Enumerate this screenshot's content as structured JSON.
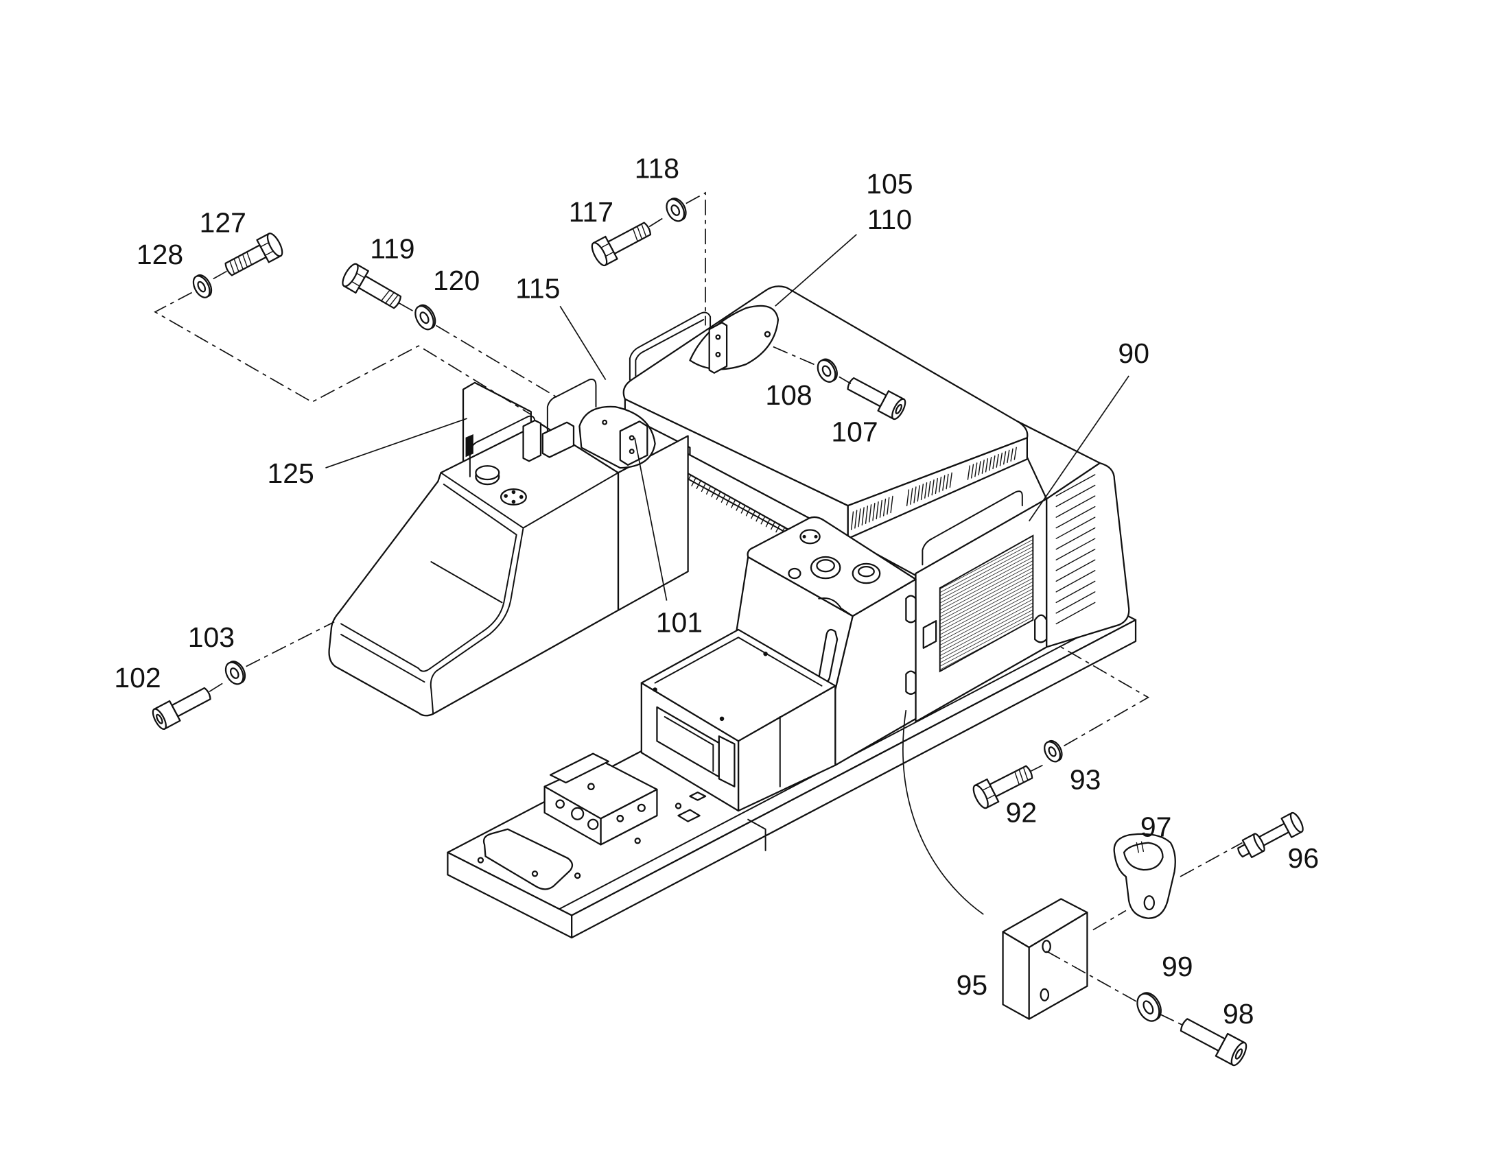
{
  "callouts": {
    "p118": "118",
    "p117": "117",
    "p105": "105",
    "p110": "110",
    "p127": "127",
    "p128": "128",
    "p119": "119",
    "p120": "120",
    "p115": "115",
    "p90": "90",
    "p108": "108",
    "p107": "107",
    "p125": "125",
    "p101": "101",
    "p103": "103",
    "p102": "102",
    "p93": "93",
    "p92": "92",
    "p97": "97",
    "p96": "96",
    "p95": "95",
    "p99": "99",
    "p98": "98"
  },
  "colors": {
    "line": "#111111",
    "background": "#ffffff"
  }
}
